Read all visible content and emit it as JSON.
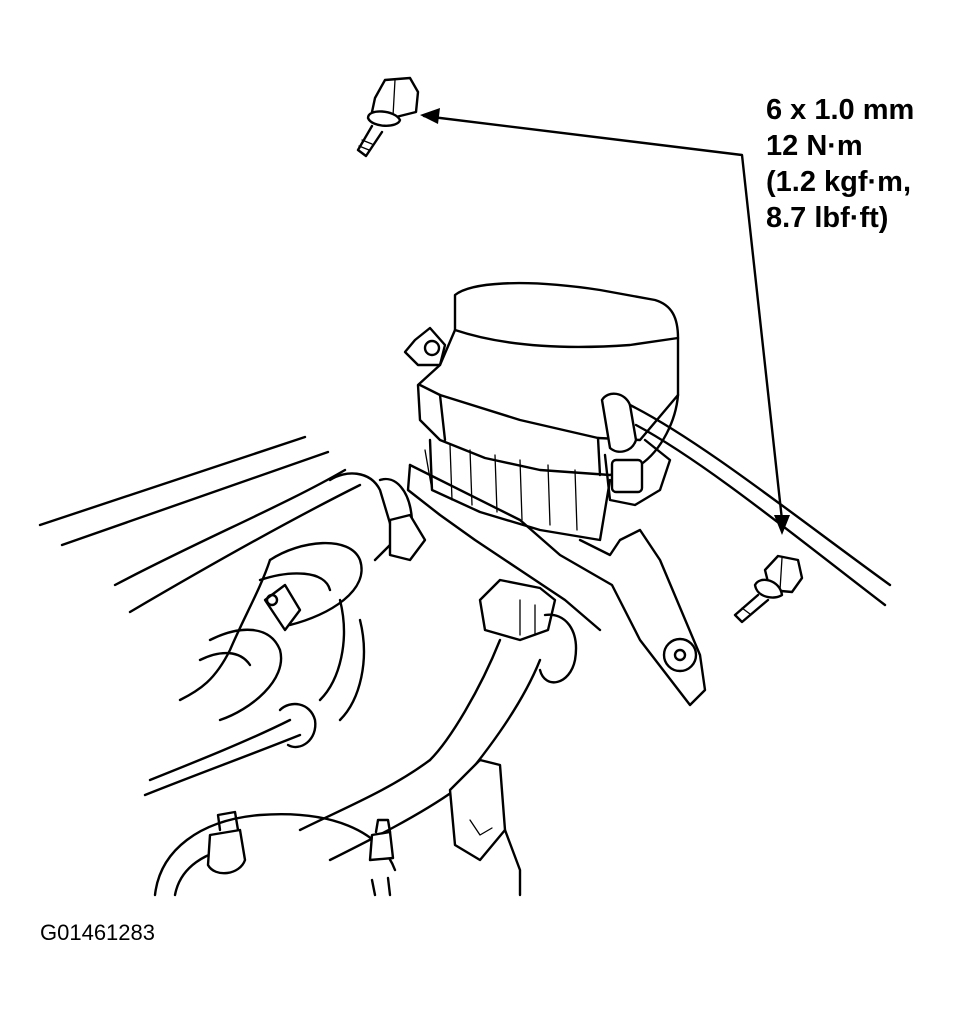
{
  "spec_label": {
    "thread_size": "6 x 1.0 mm",
    "torque_nm": "12 N·m",
    "torque_kgfm": "(1.2 kgf·m,",
    "torque_lbfft": "8.7 lbf·ft)"
  },
  "figure_id": "G01461283",
  "callout_targets": [
    "upper-bolt",
    "lower-bolt"
  ]
}
